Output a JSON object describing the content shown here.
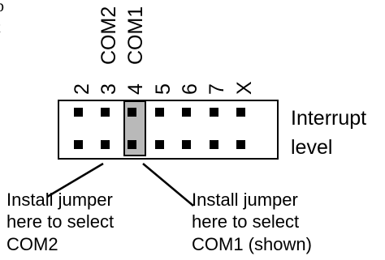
{
  "edge_fragment": {
    "line1": "p",
    "line2": "t"
  },
  "com_labels": {
    "com2": "COM2",
    "com1": "COM1"
  },
  "pin_labels": [
    "2",
    "3",
    "4",
    "5",
    "6",
    "7",
    "X"
  ],
  "side_label": {
    "line1": "Interrupt",
    "line2": "level"
  },
  "selected_column": "4",
  "callouts": [
    {
      "line1": "Install jumper",
      "line2": "here to select",
      "line3": "COM2"
    },
    {
      "line1": "Install jumper",
      "line2": "here to select",
      "line3": "COM1 (shown)"
    }
  ],
  "colors": {
    "jumper_fill": "#b9b9b9",
    "pin": "#000000",
    "stroke": "#000000",
    "background": "#ffffff"
  }
}
